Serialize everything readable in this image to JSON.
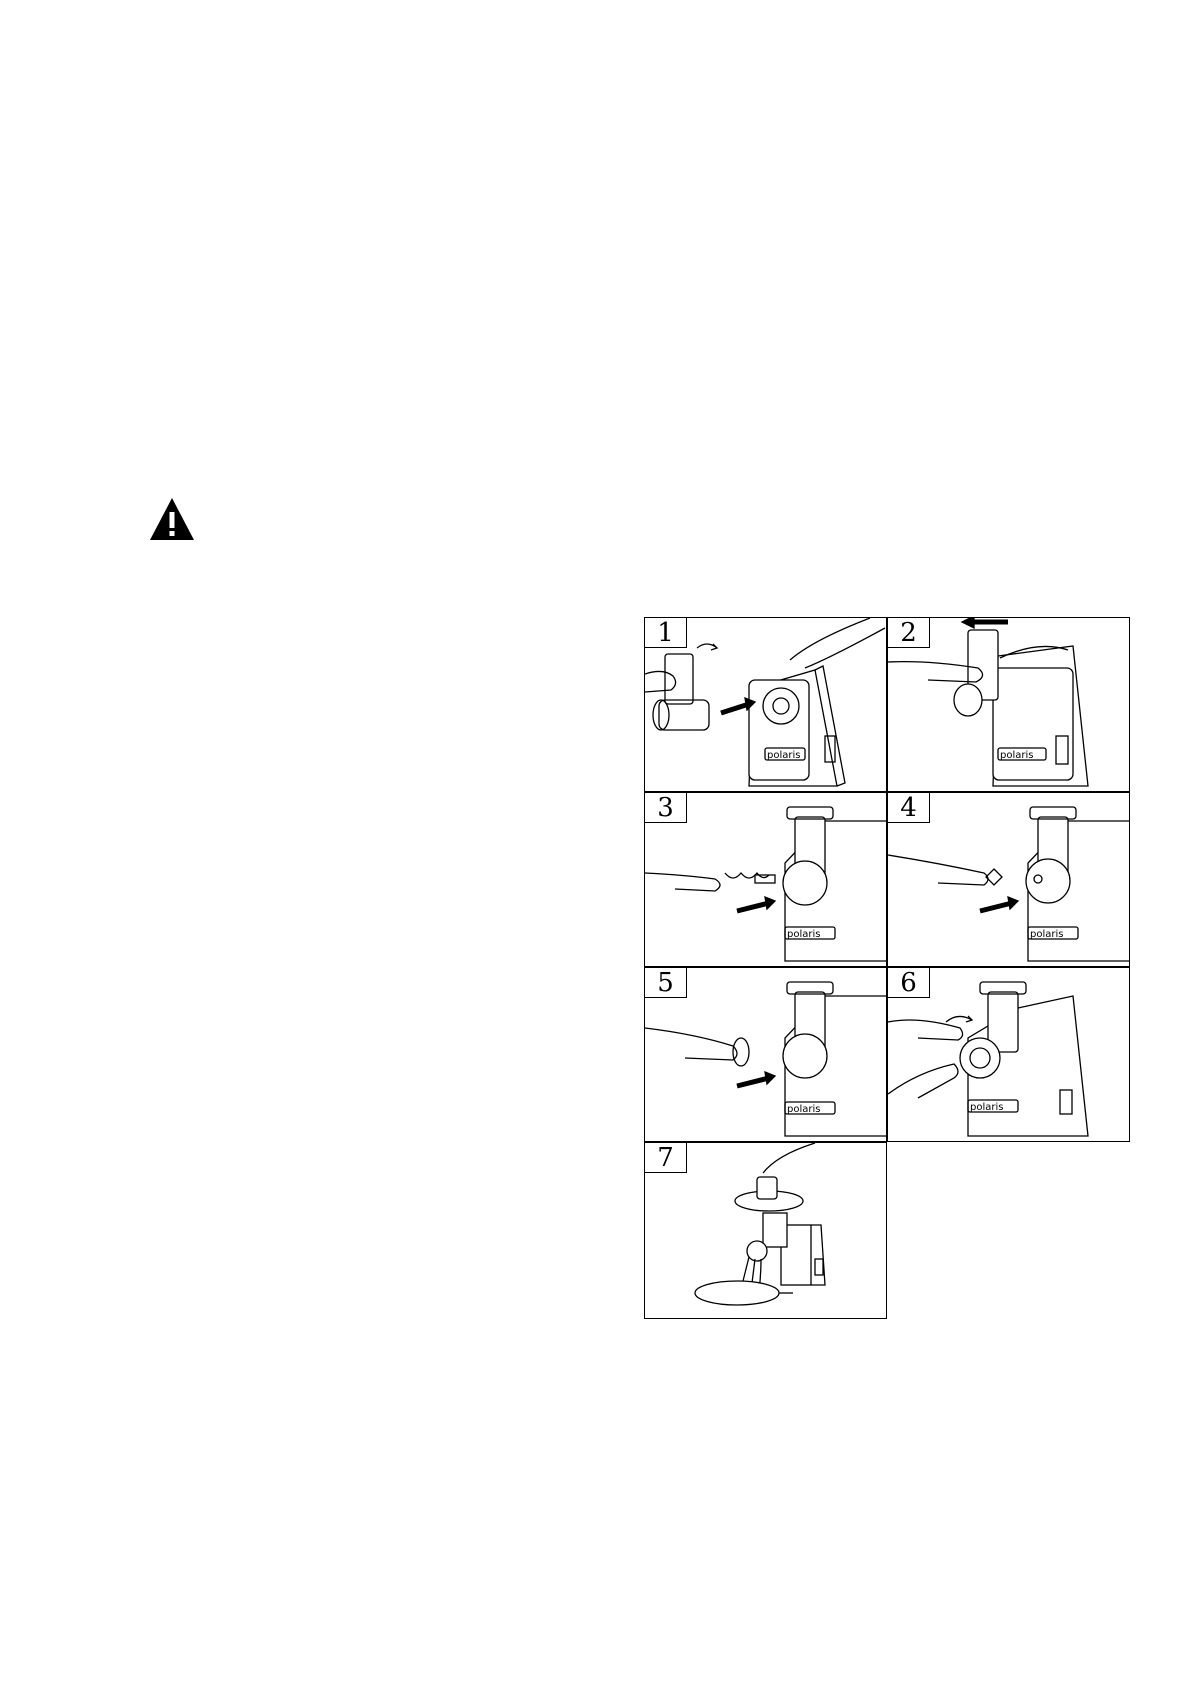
{
  "warning": {
    "icon": "warning-triangle-icon"
  },
  "steps": [
    {
      "number": "1",
      "brand": "polaris"
    },
    {
      "number": "2",
      "brand": "polaris"
    },
    {
      "number": "3",
      "brand": "polaris"
    },
    {
      "number": "4",
      "brand": "polaris"
    },
    {
      "number": "5",
      "brand": "polaris"
    },
    {
      "number": "6",
      "brand": "polaris"
    },
    {
      "number": "7",
      "brand": ""
    }
  ]
}
